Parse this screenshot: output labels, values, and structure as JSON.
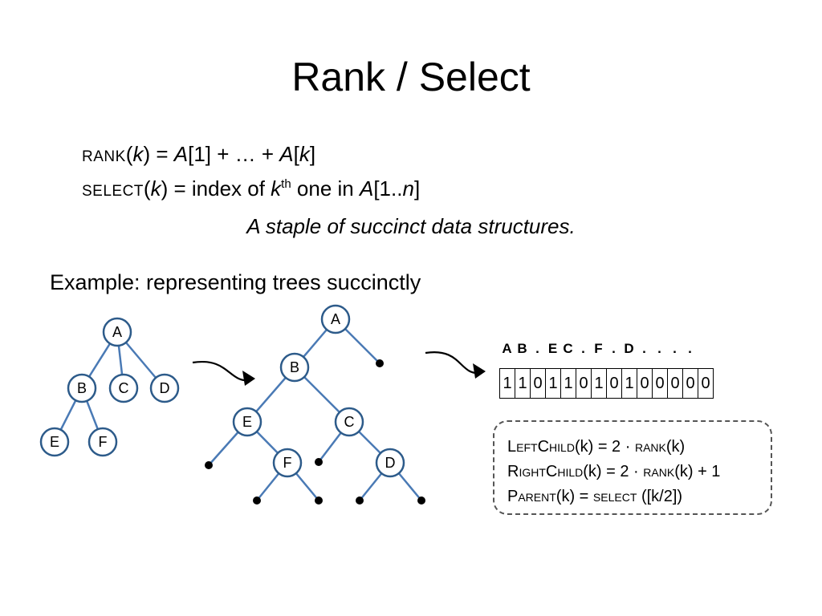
{
  "title": "Rank / Select",
  "definitions": {
    "rank": {
      "fn": "rank",
      "lparen": "(",
      "arg": "k",
      "mid": ") = ",
      "a1": "A",
      "rest1": "[1] + … + ",
      "a2": "A",
      "b1": "[",
      "k2": "k",
      "b2": "]"
    },
    "select": {
      "fn": "select",
      "lparen": "(",
      "arg": "k",
      "mid": ") = index of ",
      "k": "k",
      "sup": "th",
      "after": " one in ",
      "a": "A",
      "range": "[1..",
      "n": "n",
      "close": "]"
    }
  },
  "tagline": "A staple of succinct data structures.",
  "example_heading": "Example: representing trees succinctly",
  "tree1": {
    "nodes": [
      "A",
      "B",
      "C",
      "D",
      "E",
      "F"
    ]
  },
  "tree2": {
    "nodes": [
      "A",
      "B",
      "E",
      "C",
      "F",
      "D"
    ]
  },
  "bit_labels": [
    "A",
    "B",
    ".",
    "E",
    "C",
    ".",
    "F",
    ".",
    "D",
    ".",
    ".",
    ".",
    ".",
    ""
  ],
  "bits": [
    "1",
    "1",
    "0",
    "1",
    "1",
    "0",
    "1",
    "0",
    "1",
    "0",
    "0",
    "0",
    "0",
    "0"
  ],
  "formulas": {
    "left": {
      "c1": "L",
      "s1": "eft",
      "c2": "C",
      "s2": "hild",
      "arg": "(k) = 2 · ",
      "rank": "rank",
      "tail": "(k)"
    },
    "right": {
      "c1": "R",
      "s1": "ight",
      "c2": "C",
      "s2": "hild",
      "arg": "(k) = 2 · ",
      "rank": "rank",
      "tail": "(k) + 1"
    },
    "parent": {
      "c1": "P",
      "s1": "arent",
      "arg": "(k) = ",
      "select": "select",
      "tail": " ([k/2])"
    }
  },
  "colors": {
    "node_stroke": "#2d5b8a",
    "edge": "#4a7ab5",
    "box_border": "#555555"
  }
}
